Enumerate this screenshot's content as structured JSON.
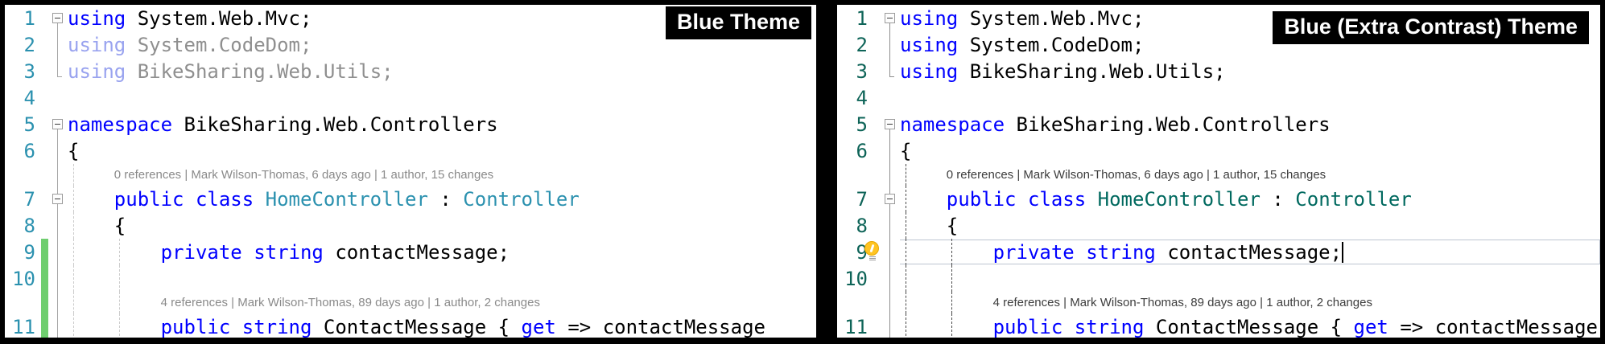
{
  "panels": [
    {
      "id": "blue",
      "label": "Blue Theme",
      "colors": {
        "ln": "#2B91AF",
        "type": "#2B91AF",
        "cl": "#8A8A8A",
        "guide": "#CCCCCC",
        "fold": "#A6A6A6",
        "bar": "#6FCE6F"
      },
      "rows": [
        {
          "kind": "code",
          "num": "1",
          "fold": "box",
          "tokens": [
            [
              "using ",
              "kw"
            ],
            [
              "System.Web.Mvc;",
              "plain"
            ]
          ]
        },
        {
          "kind": "code",
          "num": "2",
          "fold": "line",
          "tokens": [
            [
              "using ",
              "kwf"
            ],
            [
              "System.CodeDom;",
              "plf"
            ]
          ]
        },
        {
          "kind": "code",
          "num": "3",
          "fold": "corner",
          "tokens": [
            [
              "using ",
              "kwf"
            ],
            [
              "BikeSharing.Web.Utils;",
              "plf"
            ]
          ]
        },
        {
          "kind": "code",
          "num": "4",
          "fold": "",
          "tokens": []
        },
        {
          "kind": "code",
          "num": "5",
          "fold": "box",
          "tokens": [
            [
              "namespace ",
              "kw"
            ],
            [
              "BikeSharing.Web.Controllers",
              "plain"
            ]
          ]
        },
        {
          "kind": "code",
          "num": "6",
          "fold": "line",
          "tokens": [
            [
              "{",
              "plain"
            ]
          ]
        },
        {
          "kind": "codelens",
          "num": "",
          "fold": "line",
          "indent": 4,
          "guides": [
            0
          ],
          "text": "0 references | Mark Wilson-Thomas, 6 days ago | 1 author, 15 changes"
        },
        {
          "kind": "code",
          "num": "7",
          "fold": "boxline",
          "guides": [
            0
          ],
          "tokens": [
            [
              "    ",
              "plain"
            ],
            [
              "public class ",
              "kw"
            ],
            [
              "HomeController",
              "type"
            ],
            [
              " : ",
              "plain"
            ],
            [
              "Controller",
              "type"
            ]
          ]
        },
        {
          "kind": "code",
          "num": "8",
          "fold": "line",
          "guides": [
            0
          ],
          "tokens": [
            [
              "    {",
              "plain"
            ]
          ]
        },
        {
          "kind": "code",
          "num": "9",
          "fold": "line",
          "guides": [
            0,
            4
          ],
          "bar": true,
          "tokens": [
            [
              "        ",
              "plain"
            ],
            [
              "private string ",
              "kw"
            ],
            [
              "contactMessage;",
              "plain"
            ]
          ]
        },
        {
          "kind": "code",
          "num": "10",
          "fold": "line",
          "guides": [
            0,
            4
          ],
          "bar": true,
          "tokens": []
        },
        {
          "kind": "codelens",
          "num": "",
          "fold": "line",
          "indent": 8,
          "guides": [
            0,
            4
          ],
          "bar": true,
          "text": "4 references | Mark Wilson-Thomas, 89 days ago | 1 author, 2 changes"
        },
        {
          "kind": "code",
          "num": "11",
          "fold": "line",
          "guides": [
            0,
            4
          ],
          "bar": true,
          "tokens": [
            [
              "        ",
              "plain"
            ],
            [
              "public string ",
              "kw"
            ],
            [
              "ContactMessage { ",
              "plain"
            ],
            [
              "get",
              "kw"
            ],
            [
              " => contactMessage",
              "plain"
            ]
          ]
        }
      ]
    },
    {
      "id": "blue-extra-contrast",
      "label": "Blue (Extra Contrast) Theme",
      "colors": {
        "ln": "#0E6458",
        "type": "#00695F",
        "cl": "#3D3D3D",
        "guide": "#4A4A4A",
        "fold": "#8C8C8C",
        "bar": "#6FCE6F"
      },
      "rows": [
        {
          "kind": "code",
          "num": "1",
          "fold": "box",
          "tokens": [
            [
              "using ",
              "kw"
            ],
            [
              "System.Web.Mvc;",
              "plain"
            ]
          ]
        },
        {
          "kind": "code",
          "num": "2",
          "fold": "line",
          "tokens": [
            [
              "using ",
              "kw"
            ],
            [
              "System.CodeDom;",
              "plain"
            ]
          ]
        },
        {
          "kind": "code",
          "num": "3",
          "fold": "corner",
          "tokens": [
            [
              "using ",
              "kw"
            ],
            [
              "BikeSharing.Web.Utils;",
              "plain"
            ]
          ]
        },
        {
          "kind": "code",
          "num": "4",
          "fold": "",
          "tokens": []
        },
        {
          "kind": "code",
          "num": "5",
          "fold": "box",
          "tokens": [
            [
              "namespace ",
              "kw"
            ],
            [
              "BikeSharing.Web.Controllers",
              "plain"
            ]
          ]
        },
        {
          "kind": "code",
          "num": "6",
          "fold": "line",
          "tokens": [
            [
              "{",
              "plain"
            ]
          ]
        },
        {
          "kind": "codelens",
          "num": "",
          "fold": "line",
          "indent": 4,
          "guides": [
            0
          ],
          "text": "0 references | Mark Wilson-Thomas, 6 days ago | 1 author, 15 changes"
        },
        {
          "kind": "code",
          "num": "7",
          "fold": "boxline",
          "guides": [
            0
          ],
          "tokens": [
            [
              "    ",
              "plain"
            ],
            [
              "public class ",
              "kw"
            ],
            [
              "HomeController",
              "type"
            ],
            [
              " : ",
              "plain"
            ],
            [
              "Controller",
              "type"
            ]
          ]
        },
        {
          "kind": "code",
          "num": "8",
          "fold": "line",
          "guides": [
            0
          ],
          "tokens": [
            [
              "    {",
              "plain"
            ]
          ]
        },
        {
          "kind": "code",
          "num": "9",
          "fold": "line",
          "guides": [
            0,
            4
          ],
          "bulb": true,
          "current": true,
          "cursor": true,
          "tokens": [
            [
              "        ",
              "plain"
            ],
            [
              "private string ",
              "kw"
            ],
            [
              "contactMessage;",
              "plain"
            ]
          ]
        },
        {
          "kind": "code",
          "num": "10",
          "fold": "line",
          "guides": [
            0,
            4
          ],
          "tokens": []
        },
        {
          "kind": "codelens",
          "num": "",
          "fold": "line",
          "indent": 8,
          "guides": [
            0,
            4
          ],
          "text": "4 references | Mark Wilson-Thomas, 89 days ago | 1 author, 2 changes"
        },
        {
          "kind": "code",
          "num": "11",
          "fold": "line",
          "guides": [
            0,
            4
          ],
          "tokens": [
            [
              "        ",
              "plain"
            ],
            [
              "public string ",
              "kw"
            ],
            [
              "ContactMessage { ",
              "plain"
            ],
            [
              "get",
              "kw"
            ],
            [
              " => contactMessage",
              "plain"
            ]
          ]
        }
      ]
    }
  ]
}
